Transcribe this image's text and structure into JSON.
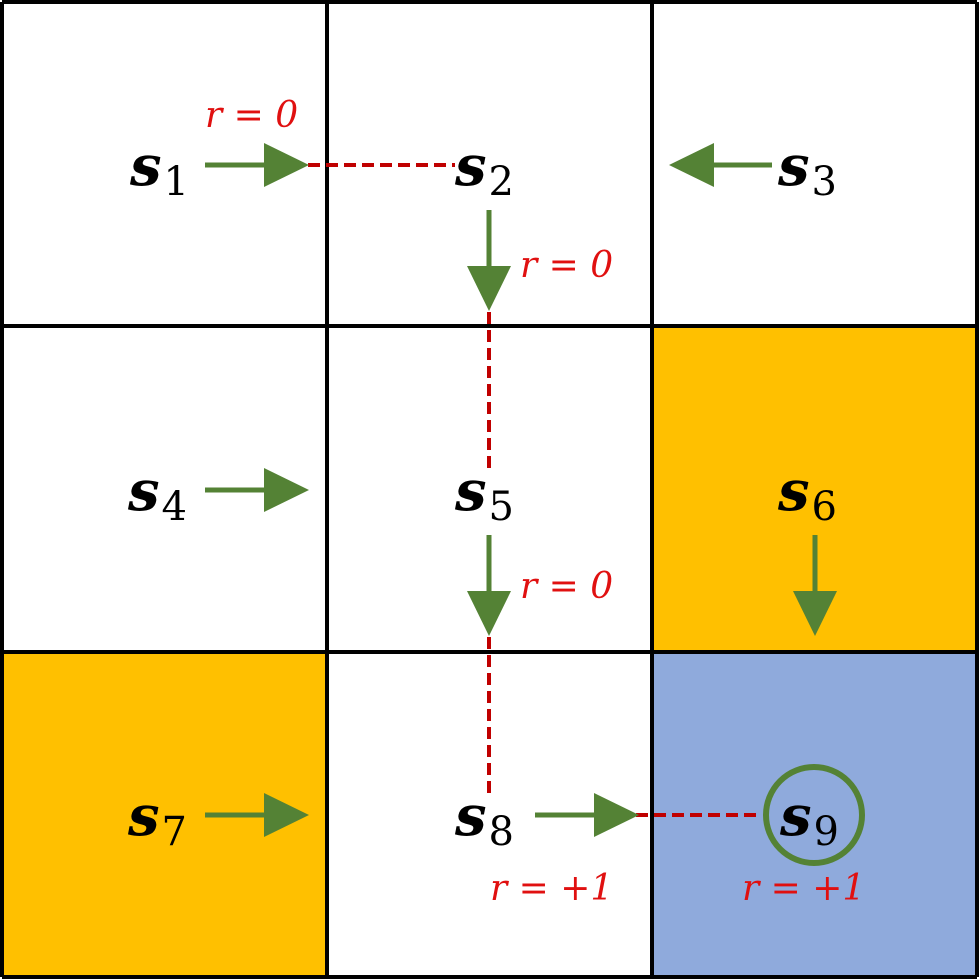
{
  "colors": {
    "grid_line": "#000000",
    "cell_default": "#ffffff",
    "cell_forbidden": "#ffc000",
    "cell_target": "#8faadc",
    "arrow": "#548235",
    "trajectory": "#c00000",
    "reward_text": "#e01010"
  },
  "grid": {
    "rows": 3,
    "cols": 3,
    "cells": [
      {
        "id": "s1",
        "symbol": "s",
        "subscript": "1",
        "type": "normal",
        "policy": "right"
      },
      {
        "id": "s2",
        "symbol": "s",
        "subscript": "2",
        "type": "normal",
        "policy": "down"
      },
      {
        "id": "s3",
        "symbol": "s",
        "subscript": "3",
        "type": "normal",
        "policy": "left"
      },
      {
        "id": "s4",
        "symbol": "s",
        "subscript": "4",
        "type": "normal",
        "policy": "right"
      },
      {
        "id": "s5",
        "symbol": "s",
        "subscript": "5",
        "type": "normal",
        "policy": "down"
      },
      {
        "id": "s6",
        "symbol": "s",
        "subscript": "6",
        "type": "forbidden",
        "policy": "down"
      },
      {
        "id": "s7",
        "symbol": "s",
        "subscript": "7",
        "type": "forbidden",
        "policy": "right"
      },
      {
        "id": "s8",
        "symbol": "s",
        "subscript": "8",
        "type": "normal",
        "policy": "right"
      },
      {
        "id": "s9",
        "symbol": "s",
        "subscript": "9",
        "type": "target",
        "policy": "stay"
      }
    ]
  },
  "rewards": {
    "s1_to_s2": "r = 0",
    "s2_to_s5": "r = 0",
    "s5_to_s8": "r = 0",
    "s8_to_s9": "r = +1",
    "s9_stay": "r = +1"
  }
}
